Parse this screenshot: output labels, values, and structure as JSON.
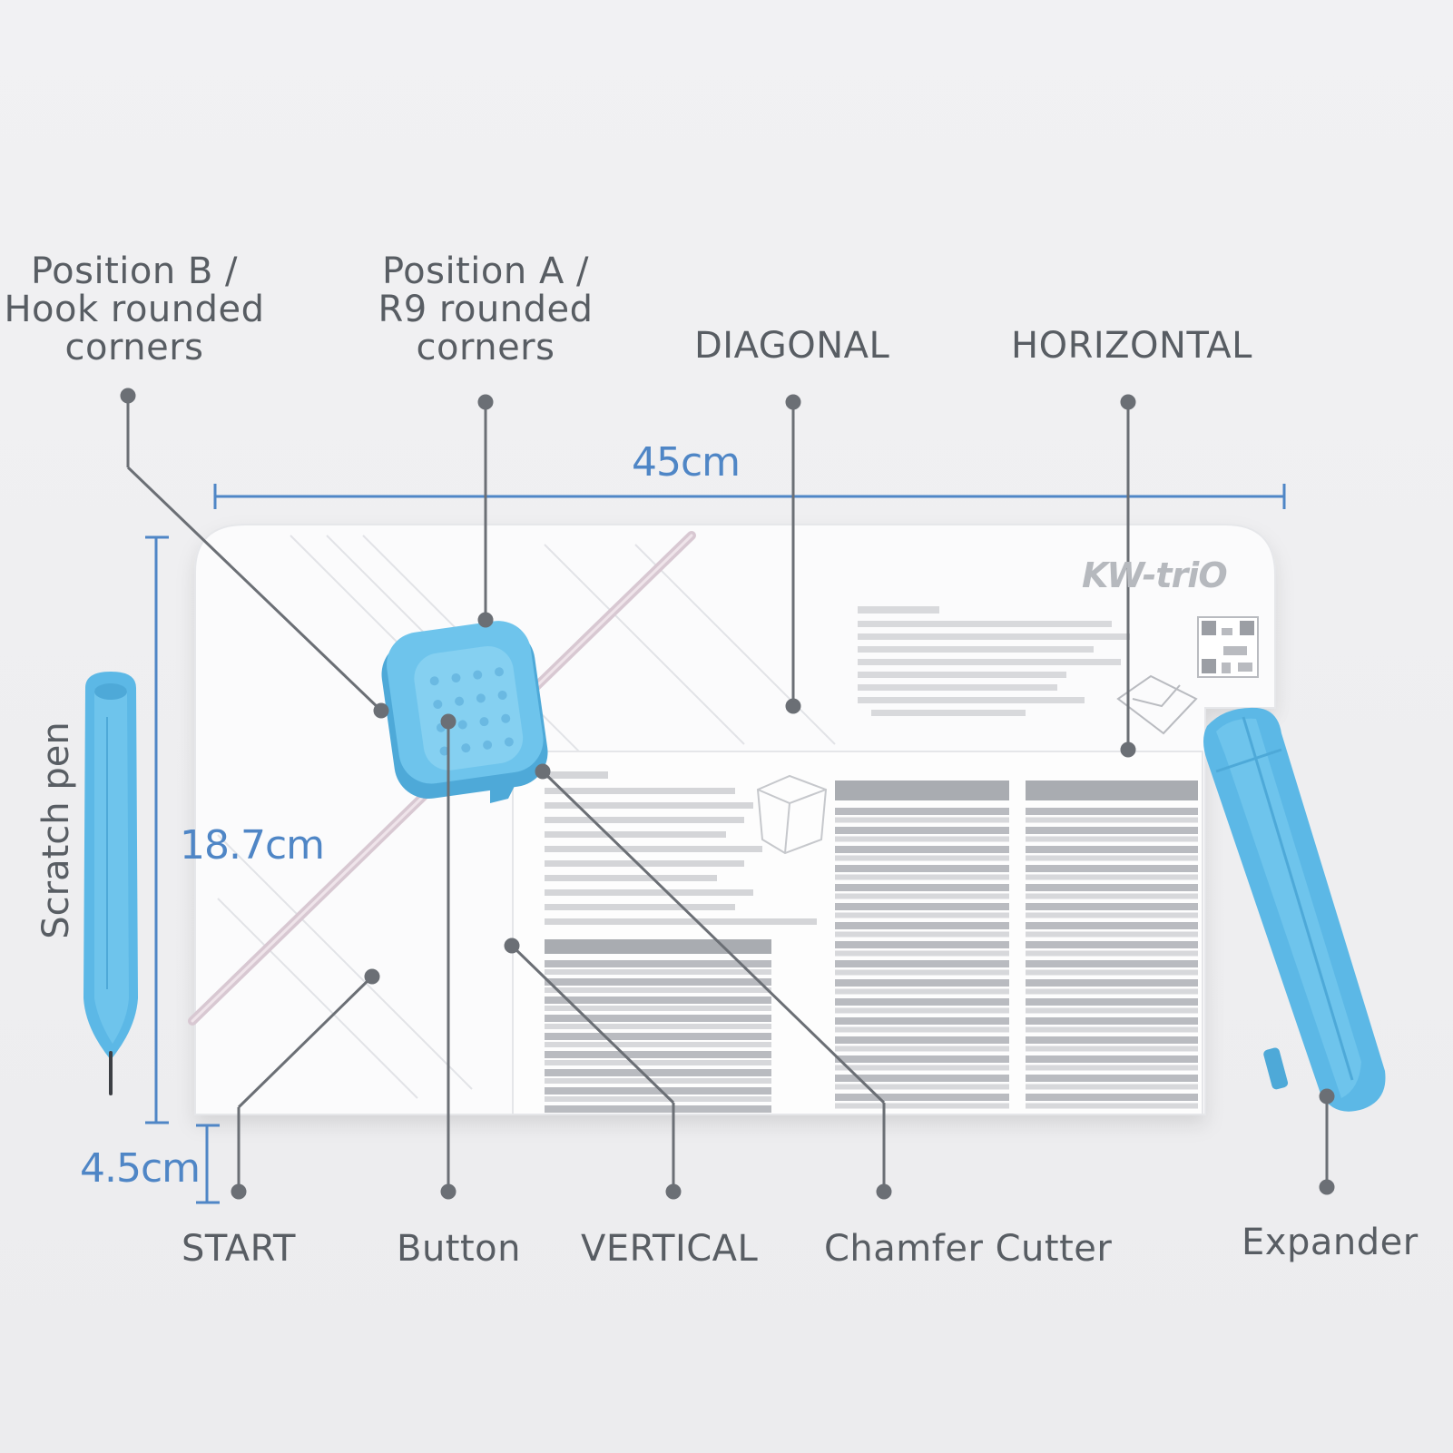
{
  "labels": {
    "position_b": [
      "Position B /",
      "Hook rounded",
      "corners"
    ],
    "position_a": [
      "Position A /",
      "R9 rounded",
      "corners"
    ],
    "diagonal": "DIAGONAL",
    "horizontal": "HORIZONTAL",
    "start": "START",
    "button": "Button",
    "vertical": "VERTICAL",
    "chamfer_cutter": "Chamfer Cutter",
    "expander": "Expander",
    "scratch_pen": "Scratch pen"
  },
  "dimensions": {
    "width": "45cm",
    "height": "18.7cm",
    "depth": "4.5cm"
  },
  "brand": "KW-triO",
  "colors": {
    "accent_blue": "#5cb8e6",
    "dimension_blue": "#4f86c6",
    "board_white": "#fbfbfc",
    "label_gray": "#585d63"
  }
}
